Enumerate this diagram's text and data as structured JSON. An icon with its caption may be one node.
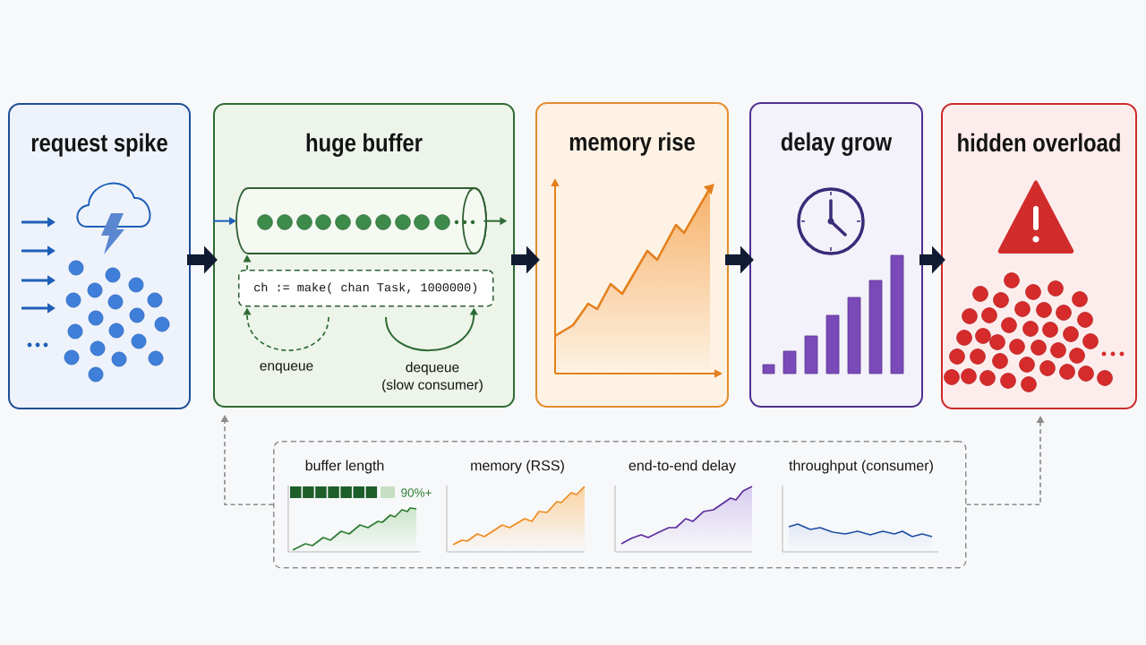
{
  "diagram": {
    "nodes": [
      {
        "text": [
          "request spike"
        ]
      },
      {
        "text": [
          "huge buffer"
        ]
      },
      {
        "text": [],
        "shape": "cylinder",
        "in": 1
      },
      {
        "text": [
          "ch := make( chan Task, 1000000)"
        ],
        "in": 1
      },
      {
        "text": [
          "memory rise"
        ]
      },
      {
        "text": [
          "delay grow"
        ]
      },
      {
        "text": [
          "hidden overload"
        ]
      },
      {
        "text": [
          "buffer length",
          "90%+",
          "memory (RSS)",
          "end-to-end delay",
          "throughput (consumer)"
        ]
      }
    ],
    "edges": [
      {
        "from": 0,
        "to": 1,
        "arrow": "to",
        "style": "thick"
      },
      {
        "from": 1,
        "to": 4,
        "arrow": "to",
        "style": "thick"
      },
      {
        "from": 4,
        "to": 5,
        "arrow": "to",
        "style": "thick"
      },
      {
        "from": 5,
        "to": 6,
        "arrow": "to",
        "style": "thick"
      },
      {
        "from": null,
        "to": 2,
        "arrow": "to",
        "color": "#1f5fb8"
      },
      {
        "from": 2,
        "to": null,
        "arrow": "to",
        "color": "#2e6b35"
      },
      {
        "from": 3,
        "to": 2,
        "arrow": "to",
        "style": "dashed",
        "color": "#2e6b35"
      },
      {
        "from": null,
        "to": 3,
        "arrow": "to",
        "style": "dashed",
        "color": "#2e6b35",
        "label": "enqueue"
      },
      {
        "from": null,
        "to": 3,
        "arrow": "to",
        "color": "#2e6b35",
        "label": "dequeue (slow consumer)"
      },
      {
        "from": 7,
        "to": 1,
        "arrow": "to",
        "style": "dashed",
        "color": "#8c8c8c"
      },
      {
        "from": 7,
        "to": 6,
        "arrow": "to",
        "style": "dashed",
        "color": "#8c8c8c"
      }
    ]
  }
}
